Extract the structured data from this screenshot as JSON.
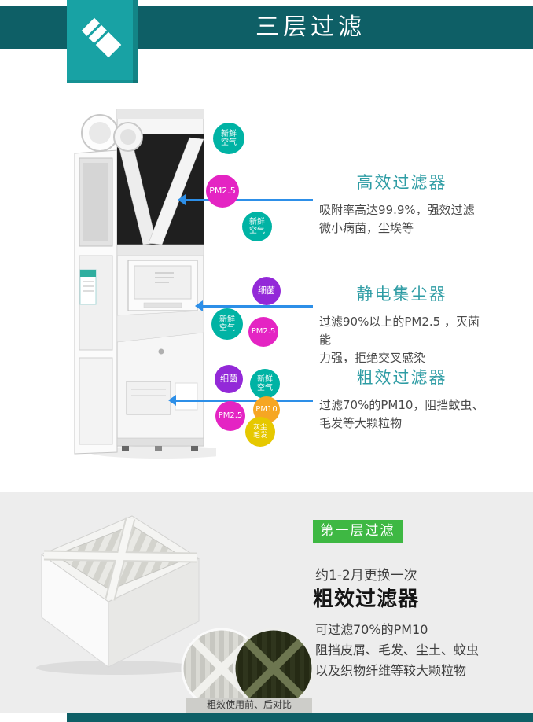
{
  "header": {
    "title": "三层过滤"
  },
  "badges": [
    {
      "label": "新鲜空气",
      "type": "fresh-air"
    },
    {
      "label": "PM2.5",
      "type": "pm25"
    },
    {
      "label": "新鲜空气",
      "type": "fresh-air"
    },
    {
      "label": "细菌",
      "type": "bacteria"
    },
    {
      "label": "新鲜空气",
      "type": "fresh-air"
    },
    {
      "label": "PM2.5",
      "type": "pm25"
    },
    {
      "label": "细菌",
      "type": "bacteria"
    },
    {
      "label": "新鲜空气",
      "type": "fresh-air"
    },
    {
      "label": "PM2.5",
      "type": "pm25"
    },
    {
      "label": "PM10",
      "type": "pm10"
    },
    {
      "label": "灰尘毛发",
      "type": "dust-hair"
    }
  ],
  "filters": [
    {
      "title": "高效过滤器",
      "line1": "吸附率高达99.9%，强效过滤",
      "line2": "微小病菌，尘埃等"
    },
    {
      "title": "静电集尘器",
      "line1": "过滤90%以上的PM2.5 ，灭菌能",
      "line2": "力强，拒绝交叉感染"
    },
    {
      "title": "粗效过滤器",
      "line1": "过滤70%的PM10，阻挡蚊虫、",
      "line2": "毛发等大颗粒物"
    }
  ],
  "bottom": {
    "layer_badge": "第一层过滤",
    "replace_note": "约1-2月更换一次",
    "title": "粗效过滤器",
    "desc1": "可过滤70%的PM10",
    "desc2": "阻挡皮屑、毛发、尘土、蚊虫",
    "desc3": "以及织物纤维等较大颗粒物",
    "comparison_caption": "粗效使用前、后对比"
  },
  "colors": {
    "header_bar": "#0e5f66",
    "logo_teal": "#18a2a4",
    "heading_teal": "#2e9ca4",
    "fresh_air": "#00b3a4",
    "pm25": "#e424c3",
    "bacteria": "#9329d8",
    "pm10": "#f6a623",
    "dust_hair": "#e6c800",
    "arrow_blue": "#2d8fe8",
    "layer_badge_green": "#3eb843"
  }
}
